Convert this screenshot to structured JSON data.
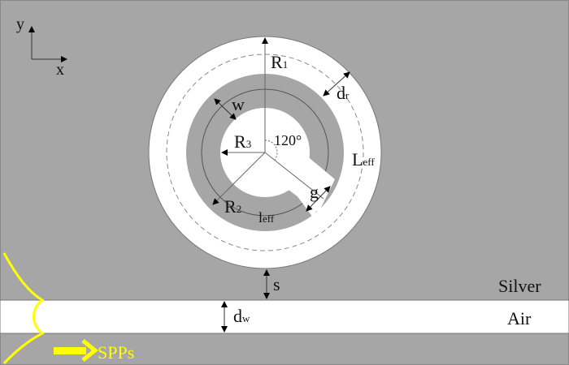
{
  "axes": {
    "y_label": "y",
    "x_label": "x"
  },
  "ring": {
    "R1_main": "R",
    "R1_sub": "1",
    "dr_main": "d",
    "dr_sub": "r",
    "w": "w",
    "R3_main": "R",
    "R3_sub": "3",
    "angle": "120°",
    "Leff_main": "L",
    "Leff_sub": "eff",
    "g": "g",
    "R2_main": "R",
    "R2_sub": "2",
    "leff_main": "l",
    "leff_sub": "eff"
  },
  "gap": {
    "s": "s"
  },
  "waveguide": {
    "dw_main": "d",
    "dw_sub": "w"
  },
  "materials": {
    "silver": "Silver",
    "air": "Air"
  },
  "source": {
    "label": "SPPs"
  },
  "colors": {
    "metal": "#a6a6a6",
    "dielectric": "#ffffff",
    "spp": "#ffff00",
    "line": "#555555"
  }
}
